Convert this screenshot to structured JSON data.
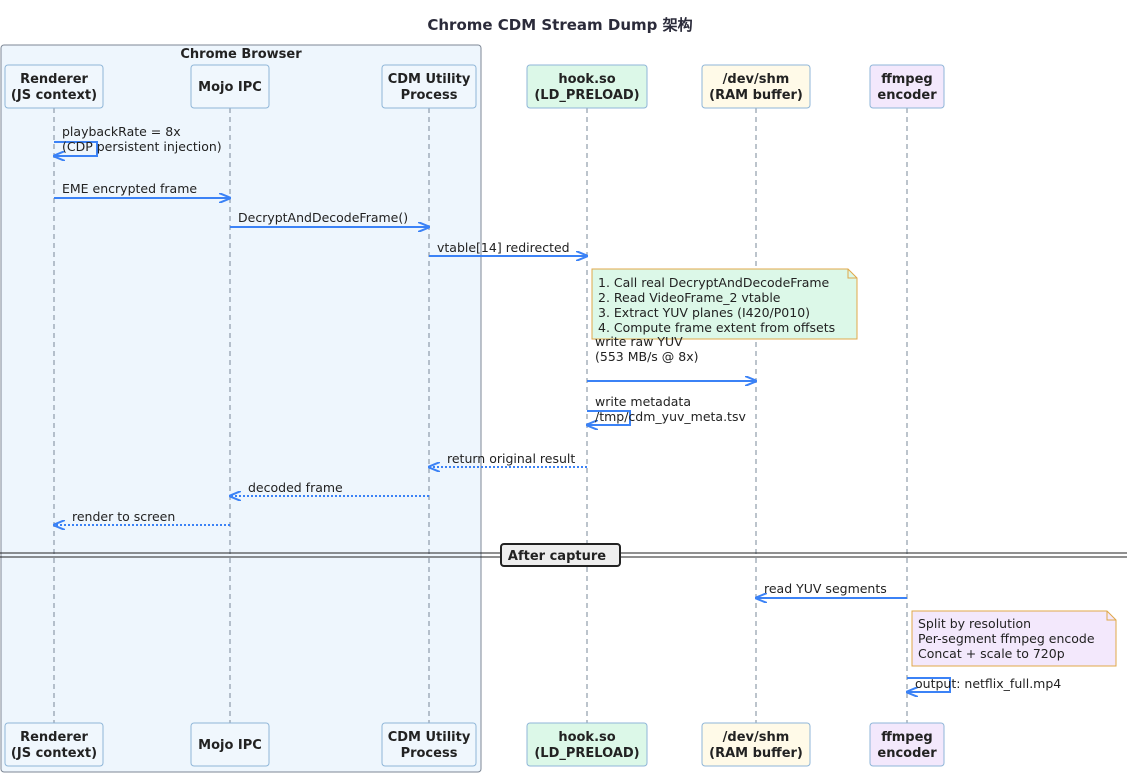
{
  "title": "Chrome CDM Stream Dump 架构",
  "group_label": "Chrome Browser",
  "participants": [
    {
      "line1": "Renderer",
      "line2": "(JS context)",
      "fill": "#f0f7fd"
    },
    {
      "line1": "Mojo IPC",
      "line2": "",
      "fill": "#f0f7fd"
    },
    {
      "line1": "CDM Utility",
      "line2": "Process",
      "fill": "#f0f7fd"
    },
    {
      "line1": "hook.so",
      "line2": "(LD_PRELOAD)",
      "fill": "#dcf8e8"
    },
    {
      "line1": "/dev/shm",
      "line2": "(RAM buffer)",
      "fill": "#fffae8"
    },
    {
      "line1": "ffmpeg",
      "line2": "encoder",
      "fill": "#f3e8fc"
    }
  ],
  "messages": [
    {
      "id": "m1",
      "lines": [
        "playbackRate = 8x",
        "(CDP persistent injection)"
      ]
    },
    {
      "id": "m2",
      "lines": [
        "EME encrypted frame"
      ]
    },
    {
      "id": "m3",
      "lines": [
        "DecryptAndDecodeFrame()"
      ]
    },
    {
      "id": "m4",
      "lines": [
        "vtable[14] redirected"
      ]
    },
    {
      "id": "m5",
      "lines": [
        "write raw YUV",
        "(553 MB/s @ 8x)"
      ]
    },
    {
      "id": "m6",
      "lines": [
        "write metadata",
        "/tmp/cdm_yuv_meta.tsv"
      ]
    },
    {
      "id": "m7",
      "lines": [
        "return original result"
      ]
    },
    {
      "id": "m8",
      "lines": [
        "decoded frame"
      ]
    },
    {
      "id": "m9",
      "lines": [
        "render to screen"
      ]
    },
    {
      "id": "m10",
      "lines": [
        "read YUV segments"
      ]
    },
    {
      "id": "m11",
      "lines": [
        "output: netflix_full.mp4"
      ]
    }
  ],
  "notes": [
    {
      "id": "n1",
      "lines": [
        "1. Call real DecryptAndDecodeFrame",
        "2. Read VideoFrame_2 vtable",
        "3. Extract YUV planes (I420/P010)",
        "4. Compute frame extent from offsets"
      ],
      "fill": "#dcf8e8"
    },
    {
      "id": "n2",
      "lines": [
        "Split by resolution",
        "Per-segment ffmpeg encode",
        "Concat + scale to 720p"
      ],
      "fill": "#f3e8fc"
    }
  ],
  "divider_label": "After capture",
  "colors": {
    "arrow": "#3b82f6",
    "lifeline": "#7a8899",
    "box_stroke": "#8fb6d8",
    "group_fill": "#eef6fd",
    "note_stroke": "#e0a84a"
  }
}
